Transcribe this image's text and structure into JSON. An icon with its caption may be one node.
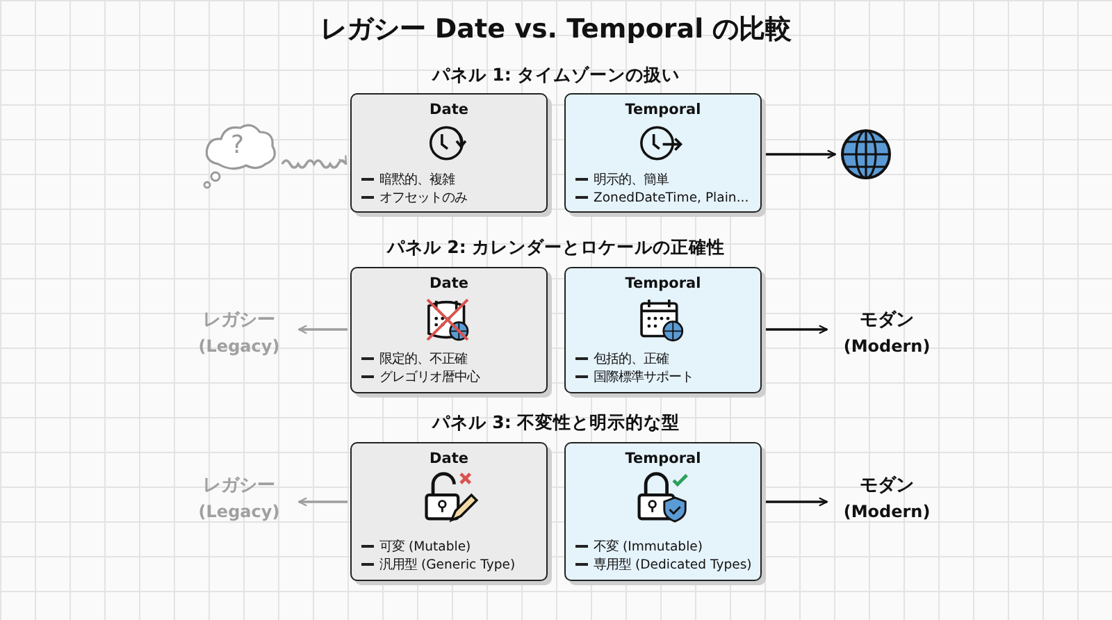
{
  "diagram": {
    "title": "レガシー Date vs. Temporal の比較",
    "nodes": [
      {
        "text": [
          "?"
        ]
      },
      {
        "text": [
          "Date",
          "暗黙的、複雑",
          "オフセットのみ"
        ]
      },
      {
        "text": [
          "Temporal",
          "明示的、簡単",
          "ZonedDateTime, Plain..."
        ]
      },
      {
        "text": [],
        "shape": "globe"
      },
      {
        "text": [
          "レガシー",
          "(Legacy)"
        ]
      },
      {
        "text": [
          "Date",
          "限定的、不正確",
          "グレゴリオ暦中心"
        ]
      },
      {
        "text": [
          "Temporal",
          "包括的、正確",
          "国際標準サポート"
        ]
      },
      {
        "text": [
          "モダン",
          "(Modern)"
        ]
      },
      {
        "text": [
          "レガシー",
          "(Legacy)"
        ]
      },
      {
        "text": [
          "Date",
          "可変 (Mutable)",
          "汎用型 (Generic Type)"
        ]
      },
      {
        "text": [
          "Temporal",
          "不変 (Immutable)",
          "専用型 (Dedicated Types)"
        ]
      },
      {
        "text": [
          "モダン",
          "(Modern)"
        ]
      }
    ],
    "edges": [
      {
        "from": 0,
        "to": 1,
        "arrow": "to",
        "color": "#9e9e9e"
      },
      {
        "from": 2,
        "to": 3,
        "arrow": "to",
        "color": "#111111"
      },
      {
        "from": 5,
        "to": 4,
        "arrow": "to",
        "color": "#9e9e9e"
      },
      {
        "from": 6,
        "to": 7,
        "arrow": "to",
        "color": "#111111"
      },
      {
        "from": 9,
        "to": 8,
        "arrow": "to",
        "color": "#9e9e9e"
      },
      {
        "from": 10,
        "to": 11,
        "arrow": "to",
        "color": "#111111"
      }
    ],
    "labels": [
      "パネル 1: タイムゾーンの扱い",
      "パネル 2: カレンダーとロケールの正確性",
      "パネル 3: 不変性と明示的な型"
    ]
  }
}
